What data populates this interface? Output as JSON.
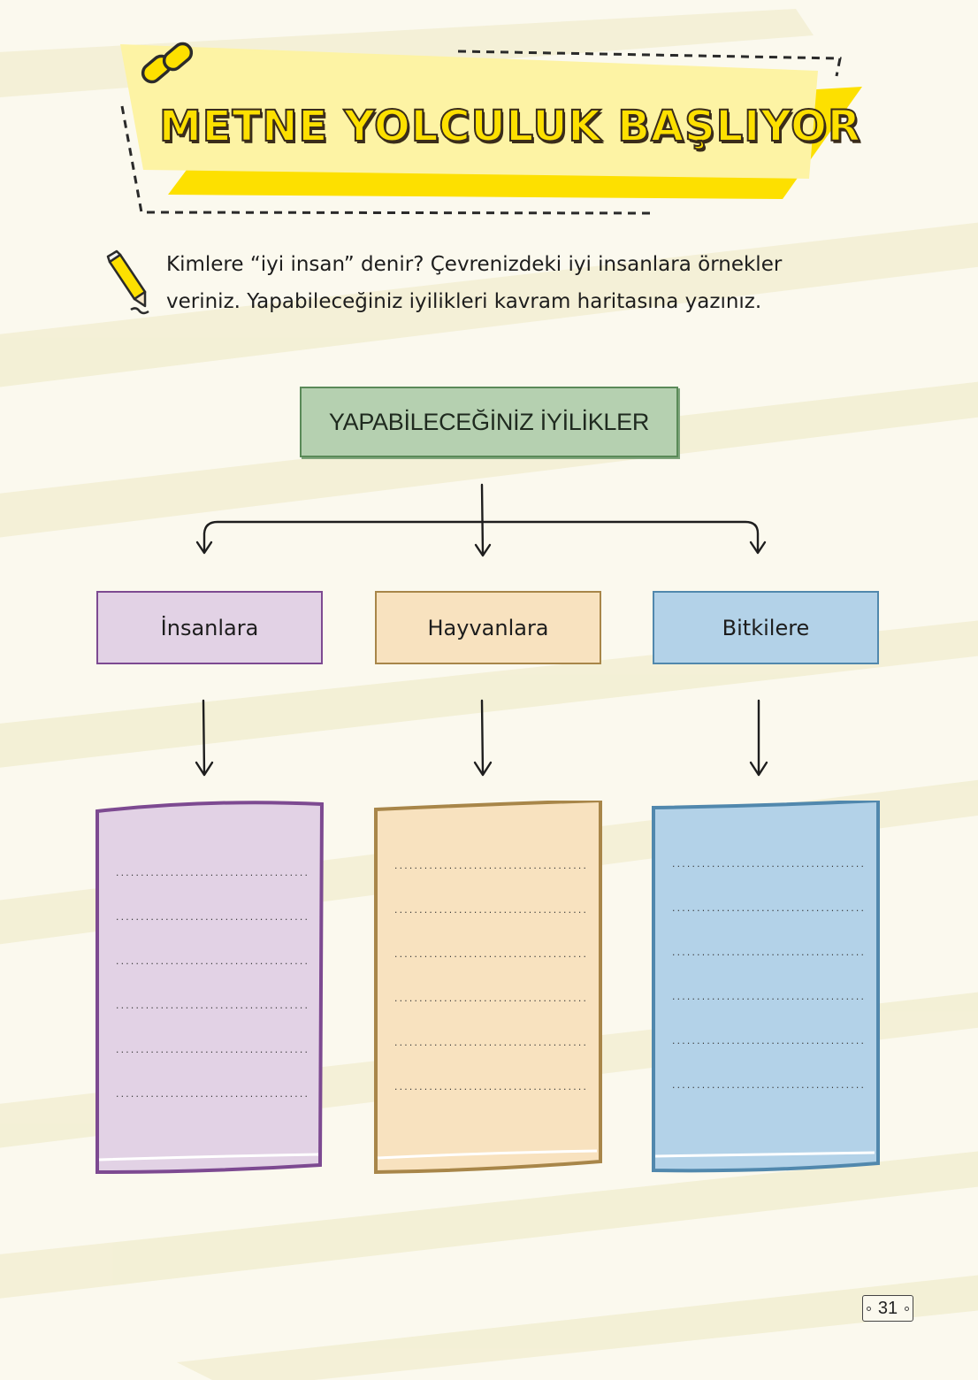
{
  "banner": {
    "title": "METNE YOLCULUK BAŞLIYOR",
    "icon": "chain-link-icon"
  },
  "instructions": {
    "icon": "pencil-icon",
    "line1": "Kimlere “iyi insan” denir? Çevrenizdeki iyi insanlara örnekler",
    "line2": "veriniz. Yapabileceğiniz iyilikleri kavram haritasına yazınız."
  },
  "concept_map": {
    "main_label": "YAPABİLECEĞİNİZ İYİLİKLER",
    "categories": [
      {
        "label": "İnsanlara",
        "color": "#e2d2e5",
        "border": "#7d4a91"
      },
      {
        "label": "Hayvanlara",
        "color": "#f8e2bf",
        "border": "#a88649"
      },
      {
        "label": "Bitkilere",
        "color": "#b3d2e8",
        "border": "#5188ad"
      }
    ],
    "blank_line": "..........................................................................",
    "panels": [
      {
        "color": "#e2d2e5",
        "border": "#7d4a91"
      },
      {
        "color": "#f8e2bf",
        "border": "#a88649"
      },
      {
        "color": "#b3d2e8",
        "border": "#5188ad"
      }
    ]
  },
  "footer": {
    "page_number": "31"
  }
}
